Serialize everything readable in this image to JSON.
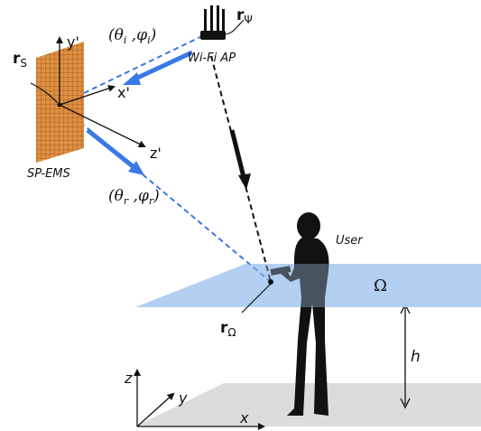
{
  "labels": {
    "r_s": "r",
    "r_s_sub": "S",
    "y_prime": "y'",
    "x_prime": "x'",
    "z_prime": "z'",
    "surface_name": "SP-EMS",
    "incident_angles": "(θi ,φi)",
    "reflected_angles": "(θr ,φr)",
    "ap_name": "Wi-Fi AP",
    "r_psi": "r",
    "r_psi_sub": "Ψ",
    "user": "User",
    "omega": "Ω",
    "r_omega": "r",
    "r_omega_sub": "Ω",
    "h": "h",
    "x": "x",
    "y": "y",
    "z": "z"
  },
  "colors": {
    "surface_orange": "#d9893a",
    "surface_grid": "#b8651e",
    "ray_blue": "#3a78e8",
    "plane_blue": "#aecdf2",
    "floor_gray": "#dcdcdc",
    "silhouette": "#111111"
  }
}
